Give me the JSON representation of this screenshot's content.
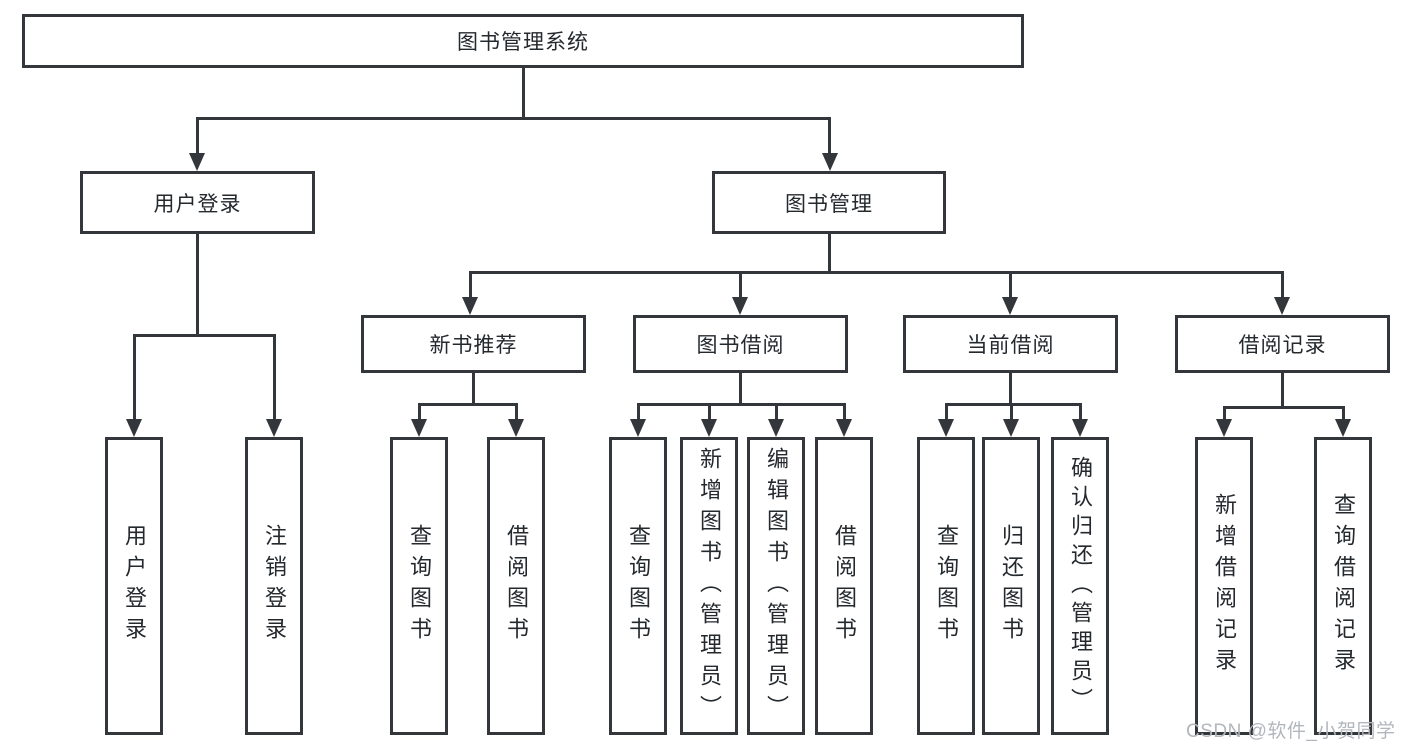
{
  "tree": {
    "root": {
      "label": "图书管理系统"
    },
    "branches": [
      {
        "label": "用户登录",
        "children": [
          {
            "label": "用户登录"
          },
          {
            "label": "注销登录"
          }
        ]
      },
      {
        "label": "图书管理",
        "groups": [
          {
            "label": "新书推荐",
            "children": [
              {
                "label": "查询图书"
              },
              {
                "label": "借阅图书"
              }
            ]
          },
          {
            "label": "图书借阅",
            "children": [
              {
                "label": "查询图书"
              },
              {
                "label": "新增图书（管理员）"
              },
              {
                "label": "编辑图书（管理员）"
              },
              {
                "label": "借阅图书"
              }
            ]
          },
          {
            "label": "当前借阅",
            "children": [
              {
                "label": "查询图书"
              },
              {
                "label": "归还图书"
              },
              {
                "label": "确认归还（管理员）"
              }
            ]
          },
          {
            "label": "借阅记录",
            "children": [
              {
                "label": "新增借阅记录"
              },
              {
                "label": "查询借阅记录"
              }
            ]
          }
        ]
      }
    ]
  },
  "watermark": {
    "text": "CSDN @软件_小贺同学"
  },
  "colors": {
    "line": "#33373b",
    "text": "#24292e",
    "background": "#ffffff",
    "watermark": "#b2b7bd"
  }
}
